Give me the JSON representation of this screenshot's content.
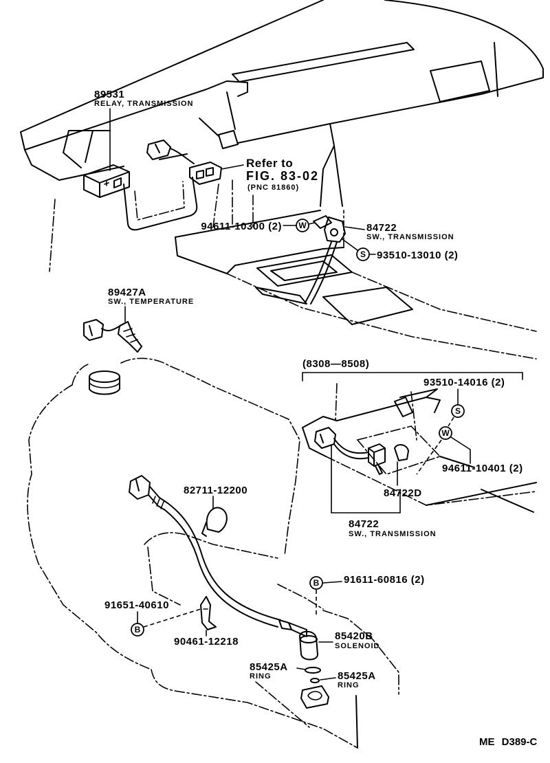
{
  "figure_code": "ME D389-C",
  "markers": {
    "washer": "W",
    "screw": "S",
    "bolt": "B"
  },
  "reference": {
    "line1": "Refer to",
    "line2": "FIG. 83-02",
    "line3": "(PNC 81860)"
  },
  "variant_range": "(8308—8508)",
  "callouts": {
    "relay": {
      "part_no": "89531",
      "desc": "RELAY, TRANSMISSION"
    },
    "washer_upper": {
      "part_no": "94611-10300 (2)"
    },
    "switch_upper": {
      "part_no": "84722",
      "desc": "SW., TRANSMISSION"
    },
    "screw_upper": {
      "part_no": "93510-13010 (2)"
    },
    "temp_switch": {
      "part_no": "89427A",
      "desc": "SW., TEMPERATURE"
    },
    "screw_lower": {
      "part_no": "93510-14016 (2)"
    },
    "washer_lower": {
      "part_no": "94611-10401 (2)"
    },
    "switch_variant": {
      "part_no": "84722D"
    },
    "switch_lower": {
      "part_no": "84722",
      "desc": "SW., TRANSMISSION"
    },
    "clamp": {
      "part_no": "82711-12200"
    },
    "bolt_right": {
      "part_no": "91611-60816 (2)"
    },
    "bolt_left": {
      "part_no": "91651-40610"
    },
    "clip": {
      "part_no": "90461-12218"
    },
    "solenoid": {
      "part_no": "85420B",
      "desc": "SOLENOID"
    },
    "ring_left": {
      "part_no": "85425A",
      "desc": "RING"
    },
    "ring_right": {
      "part_no": "85425A",
      "desc": "RING"
    }
  },
  "colors": {
    "ink": "#000000",
    "paper": "#ffffff"
  }
}
